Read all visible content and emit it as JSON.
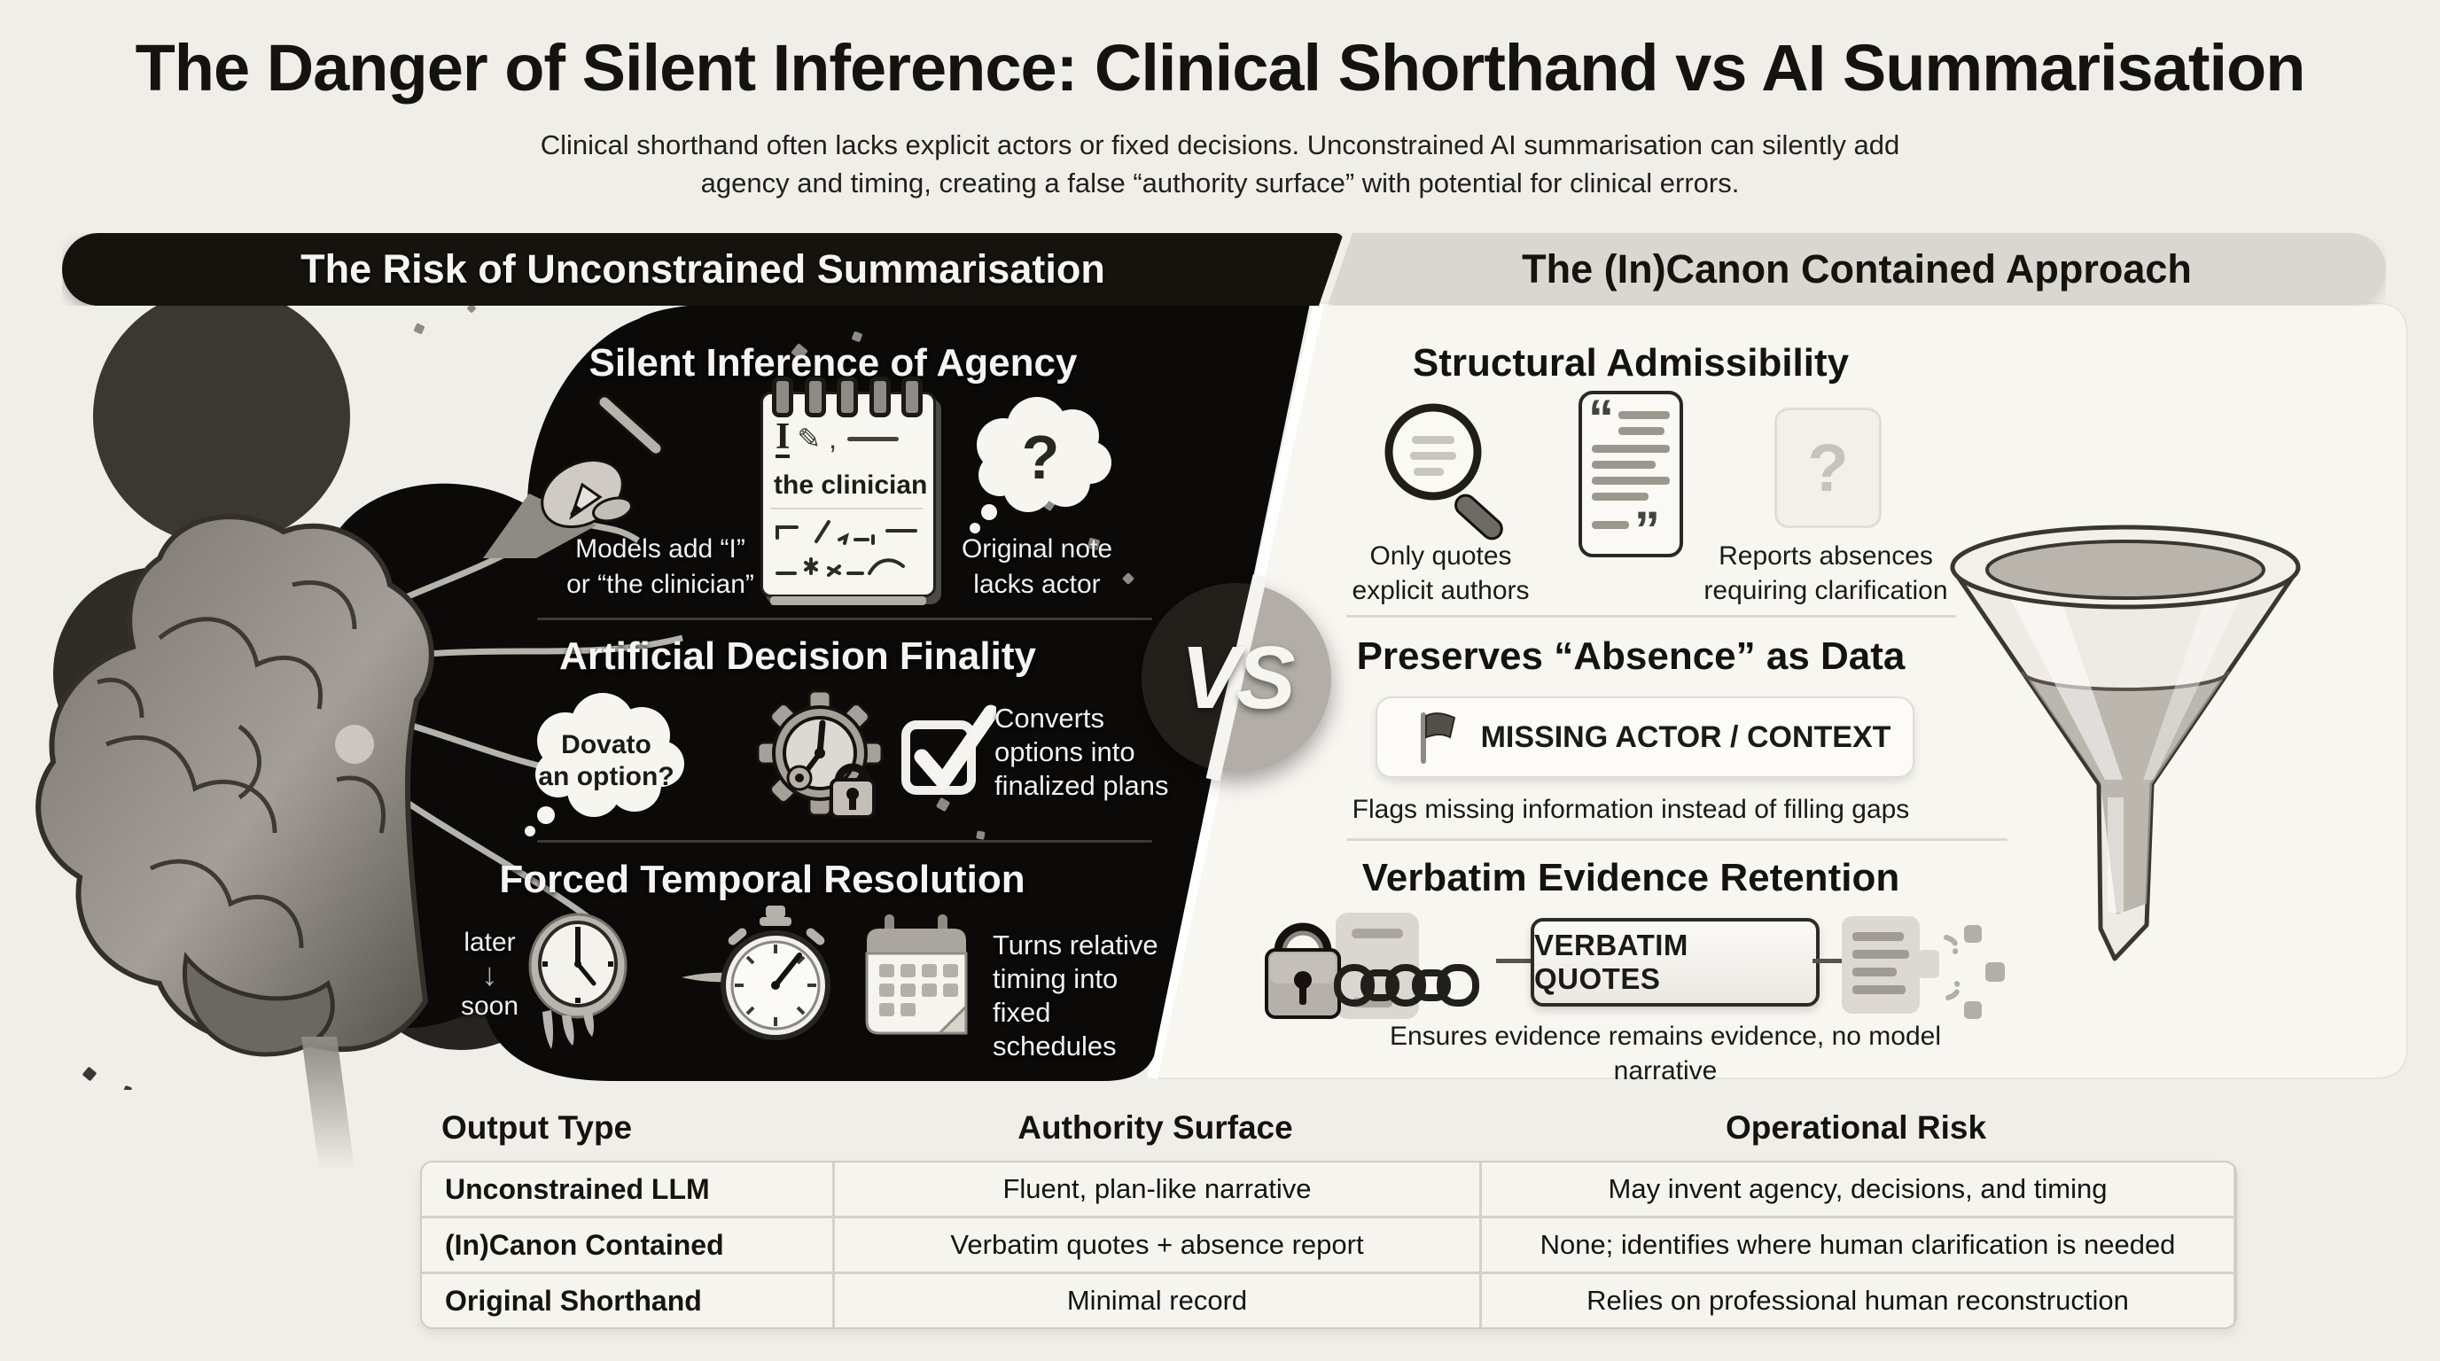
{
  "page": {
    "title": "The Danger of Silent Inference: Clinical Shorthand vs AI Summarisation",
    "subtitle_line1": "Clinical shorthand often lacks explicit actors or fixed decisions. Unconstrained AI summarisation can silently add",
    "subtitle_line2": "agency and timing, creating a false “authority surface” with potential for clinical errors."
  },
  "vs_label": "VS",
  "left_panel": {
    "banner": "The Risk of Unconstrained Summarisation",
    "section1": {
      "heading": "Silent Inference of Agency",
      "caption_hand_line1": "Models add “I”",
      "caption_hand_line2": "or “the clinician”",
      "notepad_word": "I",
      "notepad_pencil": "✎ ,",
      "notepad_line2": "the clinician",
      "cloud_glyph": "?",
      "caption_cloud_line1": "Original note",
      "caption_cloud_line2": "lacks actor"
    },
    "section2": {
      "heading": "Artificial Decision Finality",
      "bubble_line1": "Dovato",
      "bubble_line2": "an option?",
      "caption_line1": "Converts",
      "caption_line2": "options into",
      "caption_line3": "finalized plans"
    },
    "section3": {
      "heading": "Forced Temporal Resolution",
      "label_top": "later",
      "arrow_down": "↓",
      "label_bottom": "soon",
      "caption_line1": "Turns relative",
      "caption_line2": "timing into",
      "caption_line3": "fixed",
      "caption_line4": "schedules"
    }
  },
  "right_panel": {
    "banner": "The (In)Canon Contained Approach",
    "section1": {
      "heading": "Structural Admissibility",
      "quote_open": "“",
      "quote_close": "”",
      "faded_glyph": "?",
      "caption1_line1": "Only quotes",
      "caption1_line2": "explicit authors",
      "caption2_line1": "Reports absences",
      "caption2_line2": "requiring clarification"
    },
    "section2": {
      "heading": "Preserves “Absence” as Data",
      "flag_box_label": "MISSING ACTOR / CONTEXT",
      "caption": "Flags missing information instead of filling gaps"
    },
    "section3": {
      "heading": "Verbatim Evidence Retention",
      "box_label": "VERBATIM QUOTES",
      "caption": "Ensures evidence remains evidence, no model narrative"
    }
  },
  "table": {
    "headers": [
      "Output Type",
      "Authority Surface",
      "Operational Risk"
    ],
    "rows": [
      [
        "Unconstrained LLM",
        "Fluent, plan-like narrative",
        "May invent agency, decisions, and timing"
      ],
      [
        "(In)Canon Contained",
        "Verbatim quotes + absence report",
        "None; identifies where human clarification is needed"
      ],
      [
        "Original Shorthand",
        "Minimal record",
        "Relies on professional human reconstruction"
      ]
    ]
  },
  "colors": {
    "background": "#F0EEE8",
    "panel_black": "#0B0A08",
    "banner_grey": "#D9D7D0",
    "card": "#F8F6F1",
    "text": "#161512",
    "white_text": "#F5F4F1"
  }
}
